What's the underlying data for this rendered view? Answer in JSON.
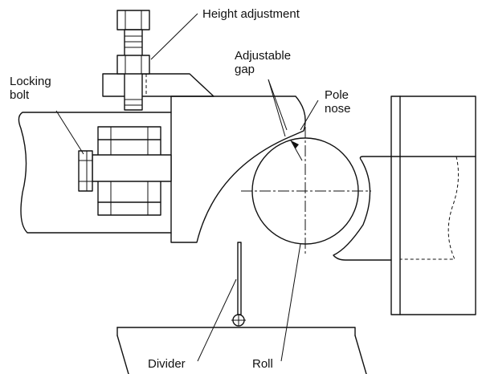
{
  "labels": {
    "height_adjustment": "Height adjustment",
    "adjustable_gap_line1": "Adjustable",
    "adjustable_gap_line2": "gap",
    "pole_nose_line1": "Pole",
    "pole_nose_line2": "nose",
    "locking_bolt_line1": "Locking",
    "locking_bolt_line2": "bolt",
    "divider": "Divider",
    "roll": "Roll"
  }
}
